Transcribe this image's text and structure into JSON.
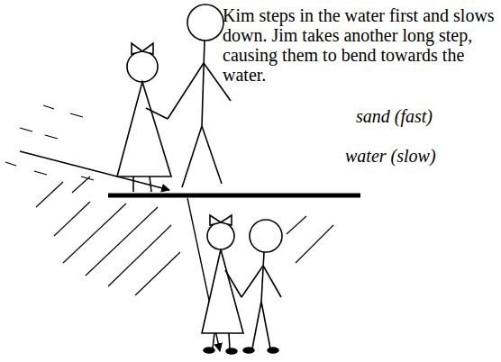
{
  "diagram": {
    "labels": [
      "Kim steps in the water first and slows down. Jim takes another long step, causing them to bend towards the water.",
      "sand (fast)",
      "water (slow)"
    ]
  }
}
